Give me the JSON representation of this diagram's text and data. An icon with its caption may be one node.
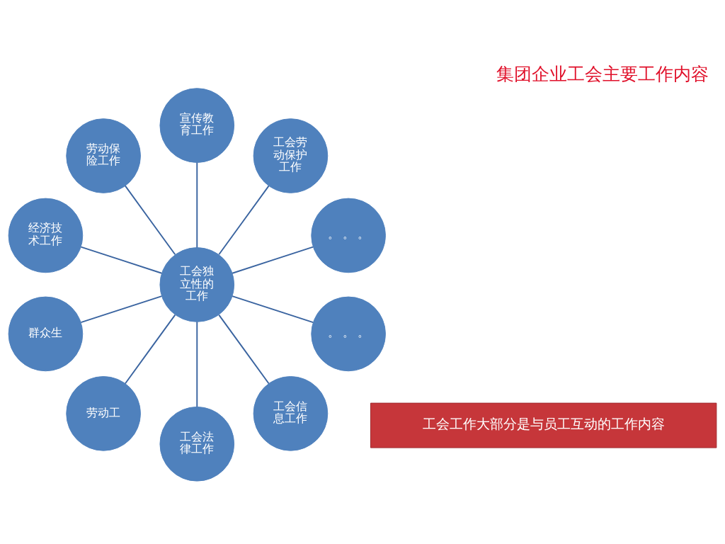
{
  "diagram": {
    "title": "集团企业工会主要工作内容",
    "nodes": [
      {
        "text": [
          "工会独立性的工作"
        ]
      },
      {
        "text": [
          "。 。 。"
        ]
      },
      {
        "text": [
          "工会劳动保护工作"
        ]
      },
      {
        "text": [
          "宣传教育工作"
        ]
      },
      {
        "text": [
          "劳动保险工作"
        ]
      },
      {
        "text": [
          "经济技术工作"
        ]
      },
      {
        "text": [
          "群众生"
        ]
      },
      {
        "text": [
          "劳动工"
        ]
      },
      {
        "text": [
          "工会法律工作"
        ]
      },
      {
        "text": [
          "工会信息工作"
        ]
      },
      {
        "text": [
          "。 。 。"
        ]
      },
      {
        "text": [
          "工会工作大部分是与员工互动的工作内容"
        ]
      }
    ],
    "edges": [
      {
        "from": 0,
        "to": 1,
        "arrow": "none"
      },
      {
        "from": 0,
        "to": 2,
        "arrow": "none"
      },
      {
        "from": 0,
        "to": 3,
        "arrow": "none"
      },
      {
        "from": 0,
        "to": 4,
        "arrow": "none"
      },
      {
        "from": 0,
        "to": 5,
        "arrow": "none"
      },
      {
        "from": 0,
        "to": 6,
        "arrow": "none"
      },
      {
        "from": 0,
        "to": 7,
        "arrow": "none"
      },
      {
        "from": 0,
        "to": 8,
        "arrow": "none"
      },
      {
        "from": 0,
        "to": 9,
        "arrow": "none"
      },
      {
        "from": 0,
        "to": 10,
        "arrow": "none"
      }
    ]
  }
}
